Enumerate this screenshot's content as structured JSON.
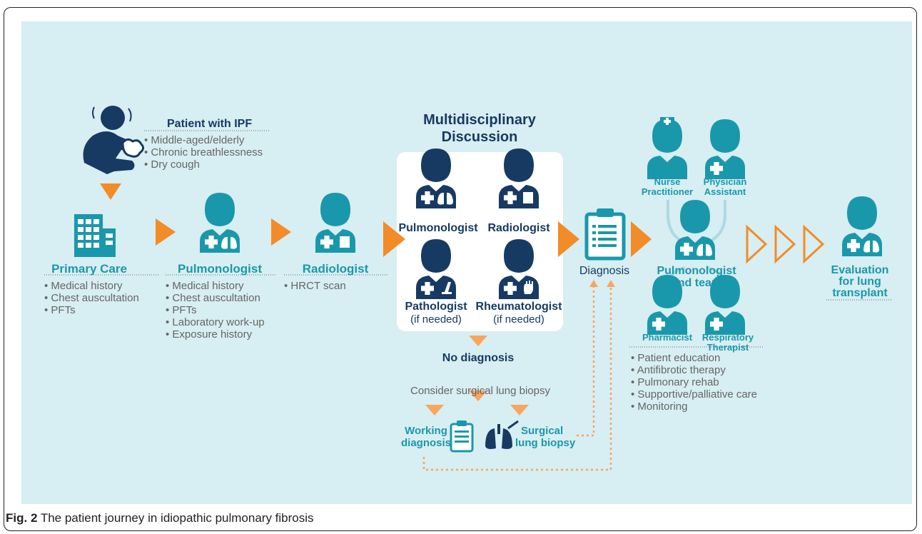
{
  "colors": {
    "navy": "#173a63",
    "teal": "#1a98ab",
    "orange": "#f28c28",
    "background": "#d7eef2"
  },
  "patient": {
    "title": "Patient with IPF",
    "items": [
      "Middle-aged/elderly",
      "Chronic breathlessness",
      "Dry cough"
    ]
  },
  "primary_care": {
    "title": "Primary Care",
    "items": [
      "Medical history",
      "Chest auscultation",
      "PFTs"
    ]
  },
  "pulmonologist": {
    "title": "Pulmonologist",
    "items": [
      "Medical history",
      "Chest auscultation",
      "PFTs",
      "Laboratory work-up",
      "Exposure history"
    ]
  },
  "radiologist": {
    "title": "Radiologist",
    "items": [
      "HRCT scan"
    ]
  },
  "mdd": {
    "title_line1": "Multidisciplinary",
    "title_line2": "Discussion",
    "pulmonologist": "Pulmonologist",
    "radiologist": "Radiologist",
    "pathologist": "Pathologist",
    "pathologist_note": "(if needed)",
    "rheumatologist": "Rheumatologist",
    "rheumatologist_note": "(if needed)"
  },
  "no_diagnosis": {
    "title": "No diagnosis",
    "consider": "Consider surgical lung biopsy",
    "working_line1": "Working",
    "working_line2": "diagnosis",
    "biopsy_line1": "Surgical",
    "biopsy_line2": "lung biopsy"
  },
  "diagnosis": {
    "label": "Diagnosis"
  },
  "team": {
    "nurse_line1": "Nurse",
    "nurse_line2": "Practitioner",
    "pa_line1": "Physician",
    "pa_line2": "Assistant",
    "lead_line1": "Pulmonologist",
    "lead_line2": "and team",
    "pharmacist": "Pharmacist",
    "rt_line1": "Respiratory",
    "rt_line2": "Therapist",
    "items": [
      "Patient education",
      "Antifibrotic therapy",
      "Pulmonary rehab",
      "Supportive/palliative care",
      "Monitoring"
    ]
  },
  "transplant": {
    "line1": "Evaluation",
    "line2": "for lung",
    "line3": "transplant"
  },
  "caption": {
    "label": "Fig. 2",
    "text": " The patient journey in idiopathic pulmonary fibrosis"
  }
}
